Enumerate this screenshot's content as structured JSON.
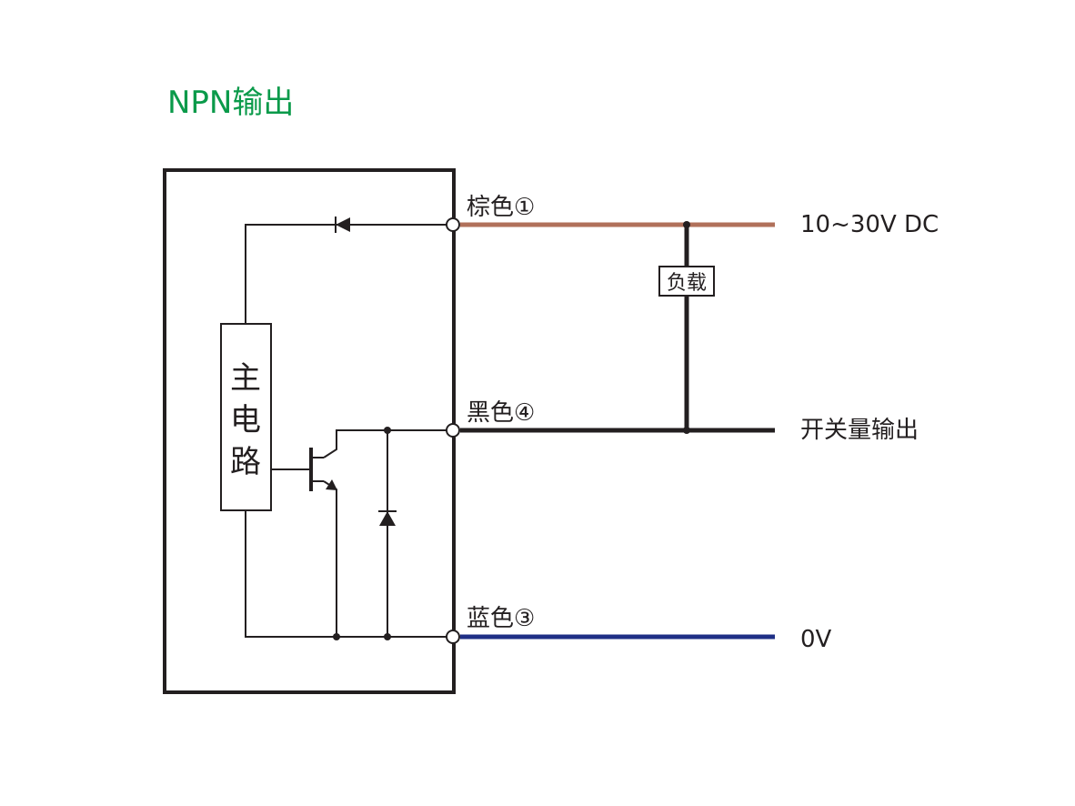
{
  "title": "NPN输出",
  "wires": {
    "brown": {
      "label": "棕色①",
      "signal": "10~30V DC"
    },
    "black": {
      "label": "黑色④",
      "signal": "开关量输出"
    },
    "blue": {
      "label": "蓝色③",
      "signal": "0V"
    }
  },
  "main_circuit": {
    "line1": "主",
    "line2": "电",
    "line3": "路"
  },
  "load": {
    "label": "负载"
  },
  "colors": {
    "title": "#0a9a4a",
    "brown": "#b0705a",
    "black": "#231f20",
    "blue": "#1f2f86",
    "circuit": "#231f20"
  }
}
